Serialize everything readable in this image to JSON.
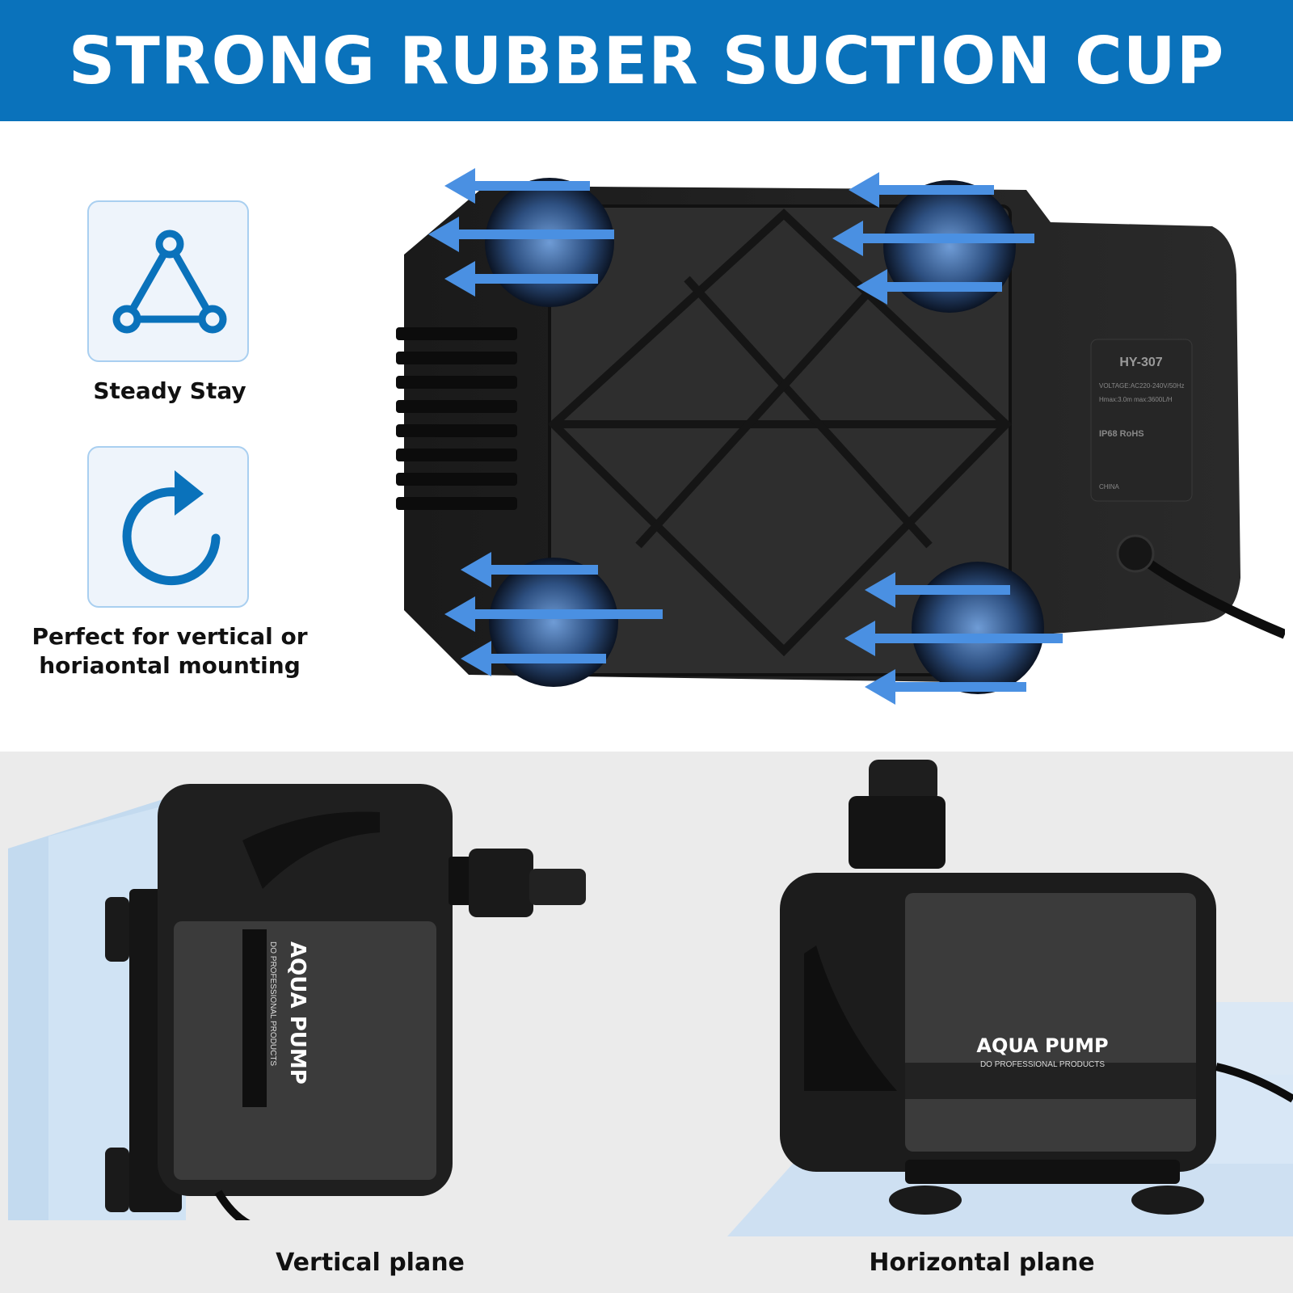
{
  "banner": {
    "title": "STRONG RUBBER SUCTION CUP",
    "color": "#0a72bb"
  },
  "features": [
    {
      "icon": "triangle-network-icon",
      "label": "Steady Stay"
    },
    {
      "icon": "rotate-arrow-icon",
      "label_line1": "Perfect for vertical or",
      "label_line2": "horiaontal mounting"
    }
  ],
  "pump_label": {
    "model": "HY-307",
    "voltage": "VOLTAGE:AC220-240V/50Hz",
    "hmax": "Hmax:3.0m  max:3600L/H",
    "rating": "IP68 RoHS",
    "origin": "CHINA"
  },
  "brand": {
    "name": "AQUA PUMP",
    "tagline": "DO PROFESSIONAL PRODUCTS"
  },
  "captions": {
    "vertical": "Vertical plane",
    "horizontal": "Horizontal plane"
  },
  "colors": {
    "accent": "#0a72bb",
    "arrow": "#4a90e2",
    "pump_body": "#1c1c1c",
    "panel_bg": "#ebebeb"
  }
}
